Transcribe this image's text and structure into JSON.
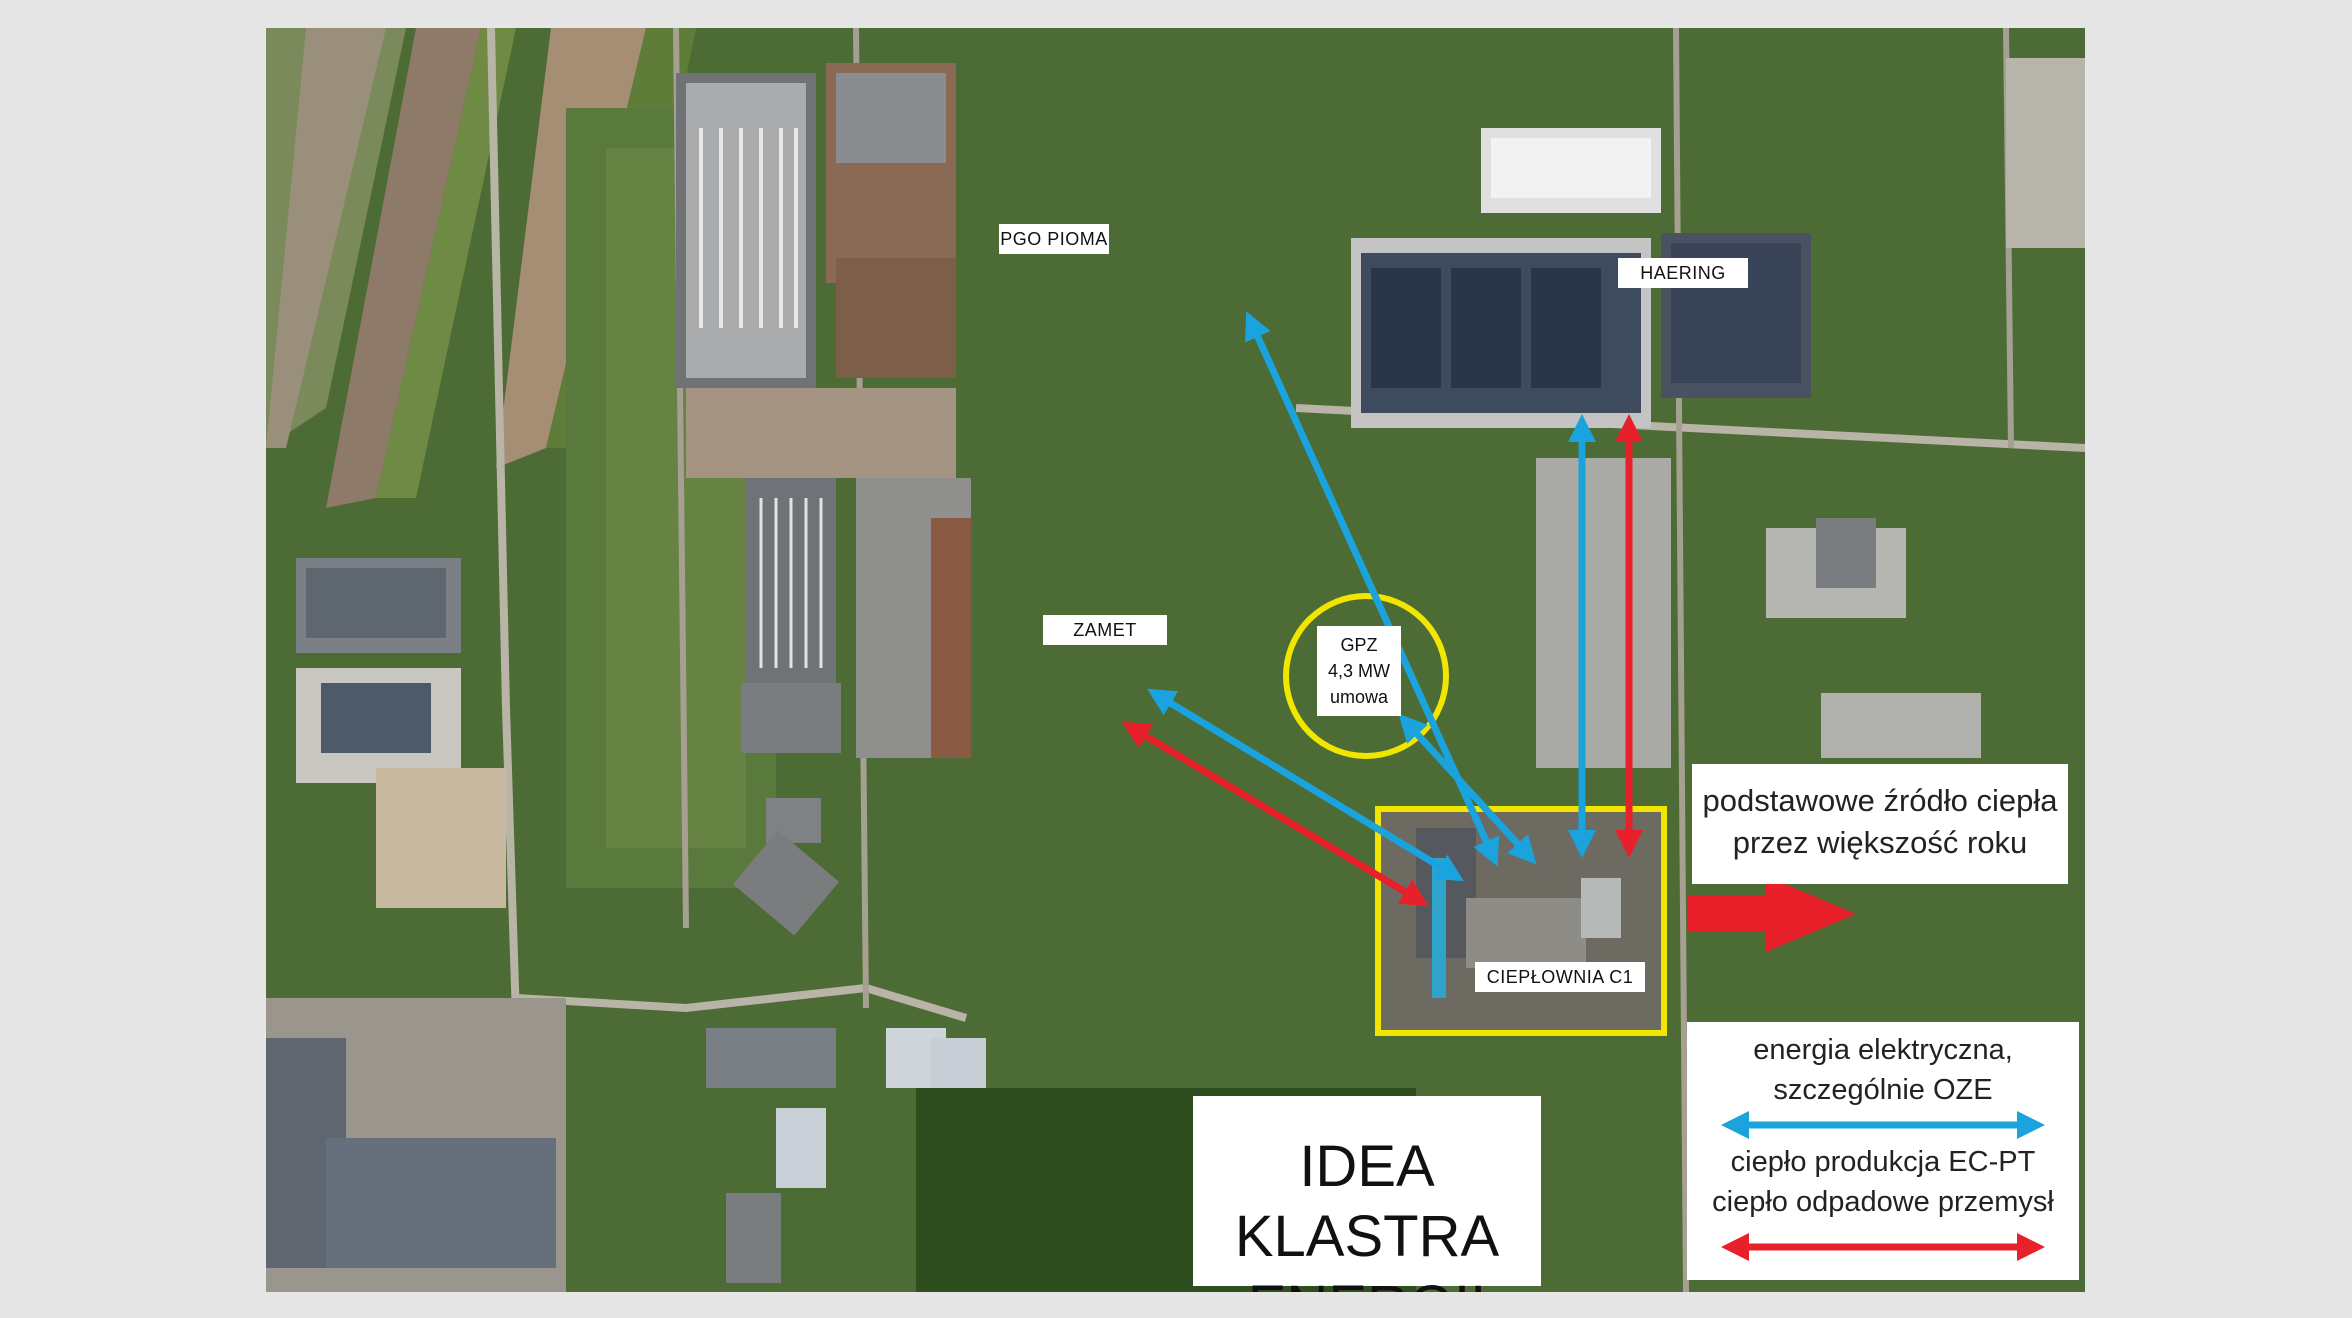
{
  "labels": {
    "pgo_pioma": "PGO PIOMA",
    "haering": "HAERING",
    "zamet": "ZAMET",
    "cieplownia": "CIEPŁOWNIA C1"
  },
  "gpz": {
    "line1": "GPZ",
    "line2": "4,3 MW",
    "line3": "umowa"
  },
  "heat_note": {
    "line1": "podstawowe źródło ciepła",
    "line2": "przez większość roku"
  },
  "title": {
    "line1": "IDEA KLASTRA",
    "line2": "ENERGII"
  },
  "legend": {
    "electric_line1": "energia elektryczna,",
    "electric_line2": "szczególnie OZE",
    "heat_line1": "ciepło produkcja EC-PT",
    "heat_line2": "ciepło odpadowe przemysł"
  },
  "colors": {
    "electric_arrow": "#1aa3dc",
    "heat_arrow": "#e8202a",
    "gpz_circle": "#f2e600",
    "plant_outline": "#f2e600",
    "label_background": "#ffffff"
  },
  "icons": {
    "electric": "double-headed-arrow-blue",
    "heat": "double-headed-arrow-red",
    "heat_supply": "block-arrow-right-red"
  }
}
